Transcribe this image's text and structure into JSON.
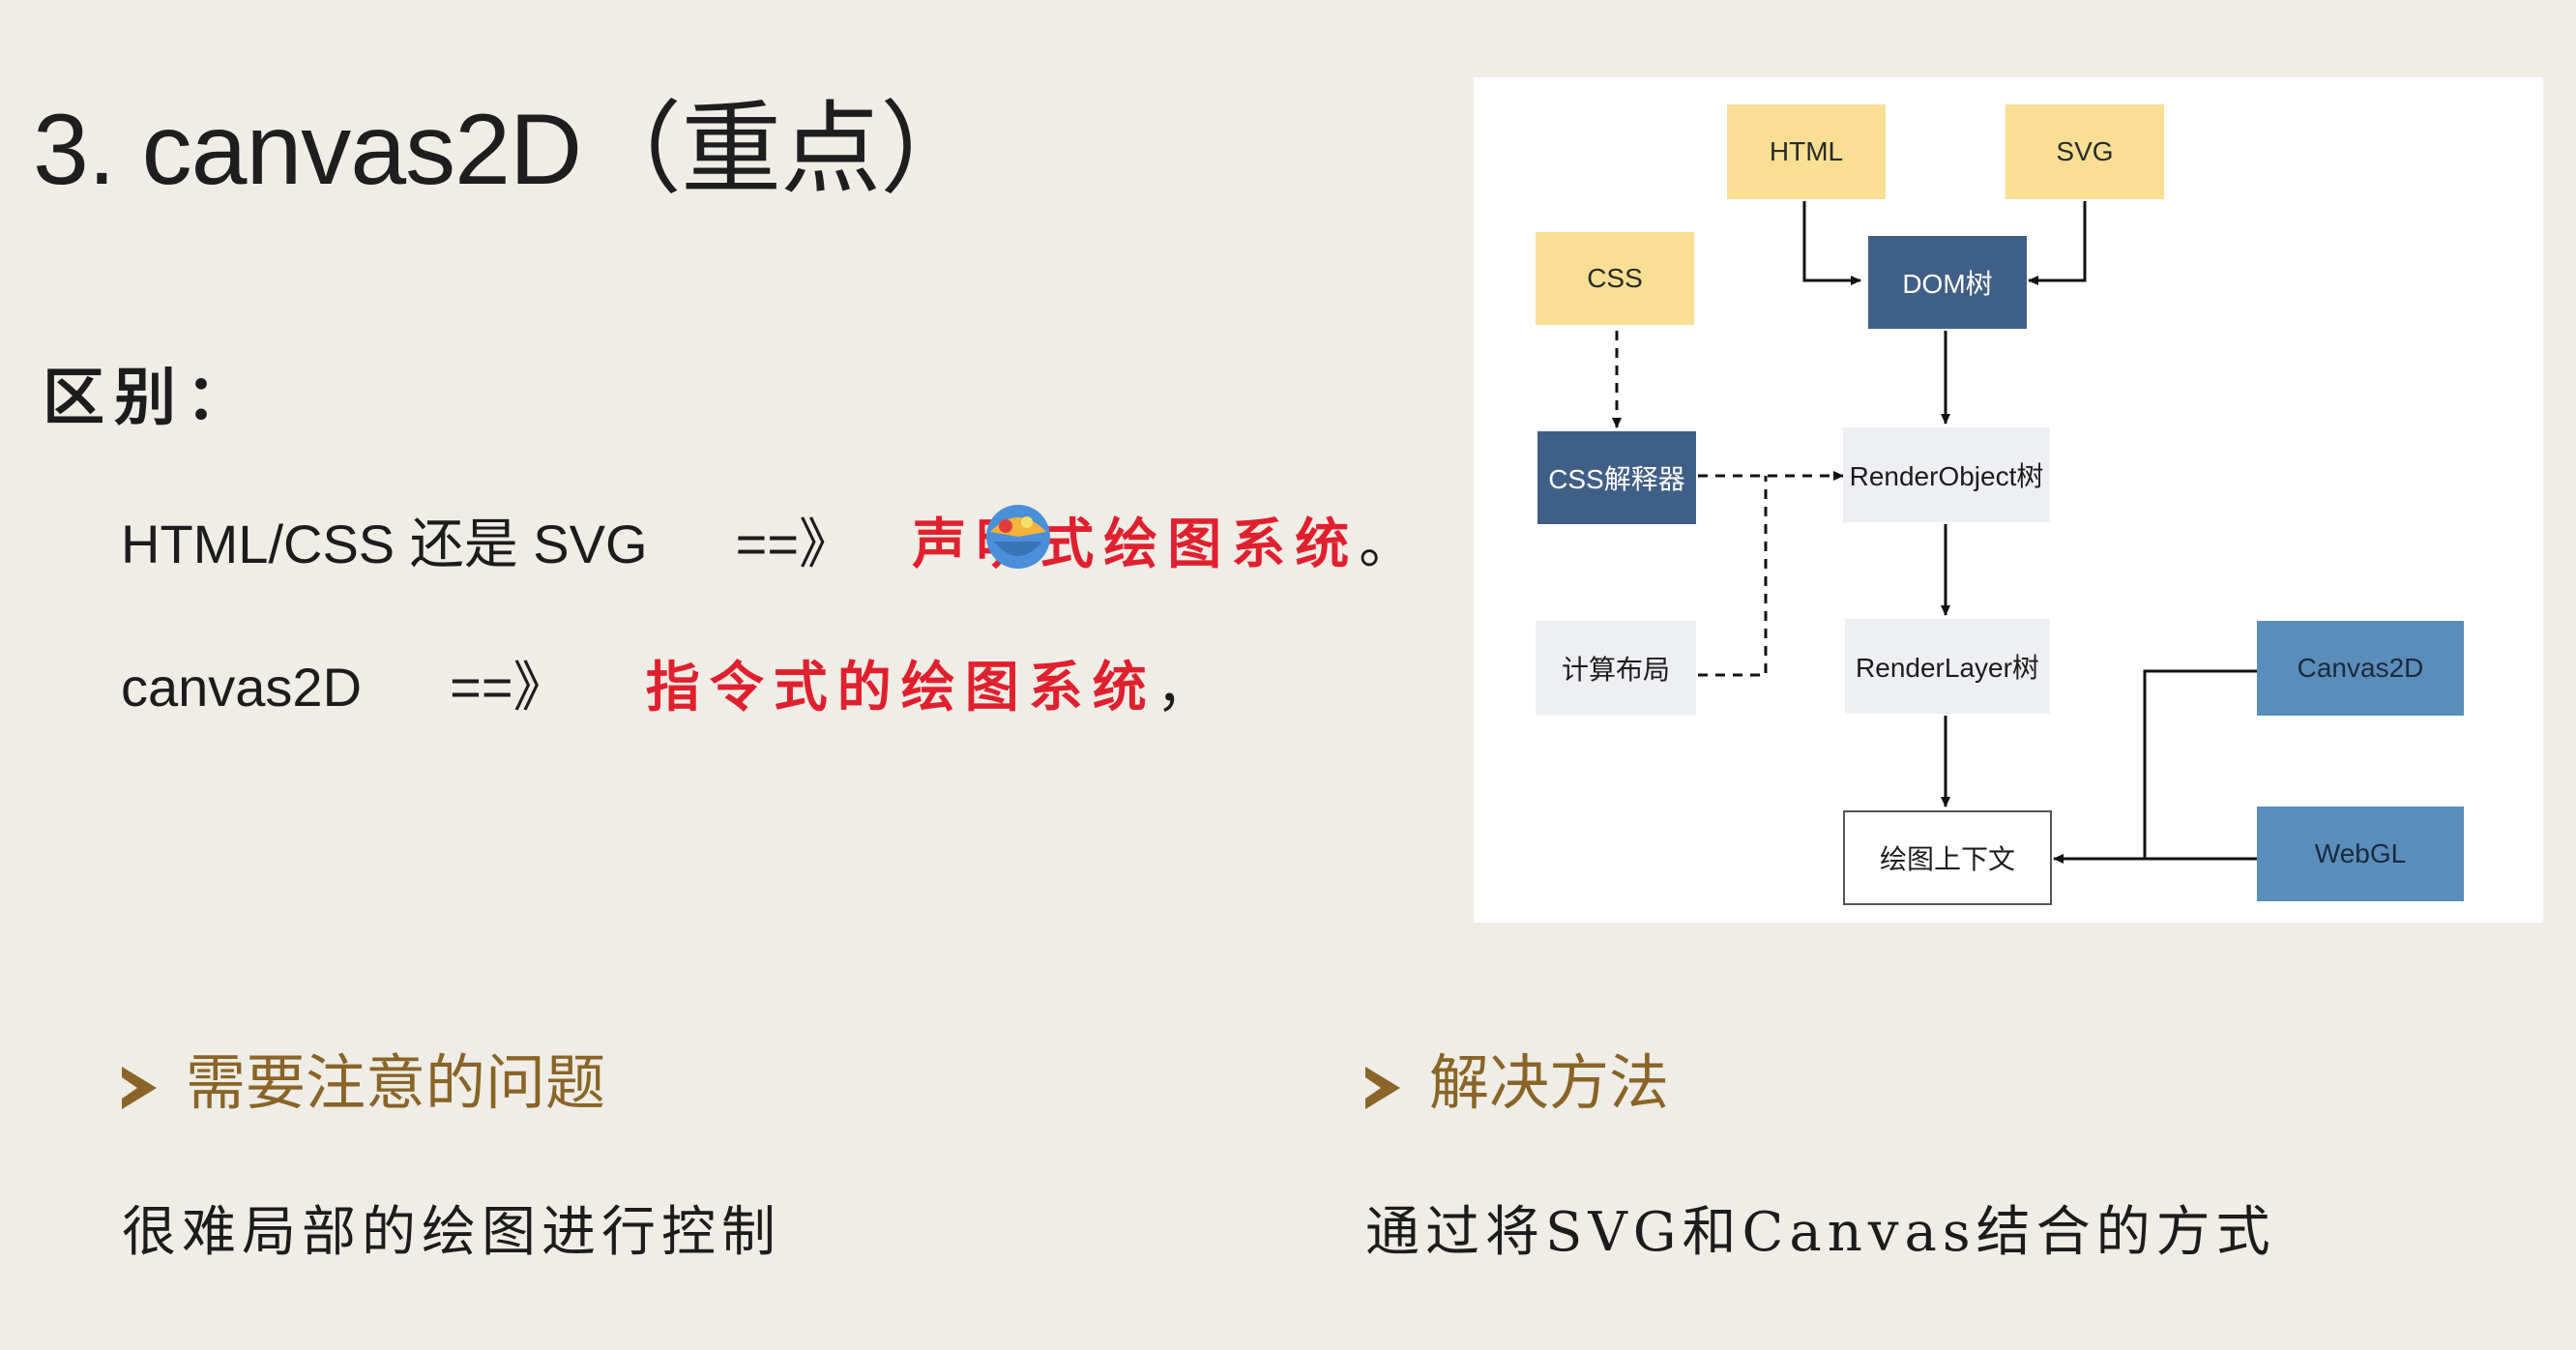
{
  "title": "3. canvas2D（重点）",
  "diff_label": "区别：",
  "row1": {
    "left": "HTML/CSS 还是 SVG",
    "arrow": "==》",
    "highlight": "声明式绘图系统",
    "end": "。"
  },
  "row2": {
    "left": "canvas2D",
    "arrow": "==》",
    "highlight": "指令式的绘图系统",
    "end": "，"
  },
  "diagram": {
    "nodes": {
      "html": "HTML",
      "svg": "SVG",
      "css": "CSS",
      "dom": "DOM树",
      "css_parser": "CSS解释器",
      "render_object": "RenderObject树",
      "compute_layout": "计算布局",
      "render_layer": "RenderLayer树",
      "canvas2d": "Canvas2D",
      "webgl": "WebGL",
      "context": "绘图上下文"
    }
  },
  "sections": {
    "problem": {
      "title": "需要注意的问题",
      "text": "很难局部的绘图进行控制"
    },
    "solution": {
      "title": "解决方法",
      "text": "通过将SVG和Canvas结合的方式"
    }
  },
  "colors": {
    "background": "#efede5",
    "accent_red": "#e0202f",
    "section_brown": "#8a6428",
    "node_yellow": "#f8df94",
    "node_dark_blue": "#3f5f86",
    "node_light_blue": "#5b8dbb",
    "node_grey": "#eeeff2"
  }
}
